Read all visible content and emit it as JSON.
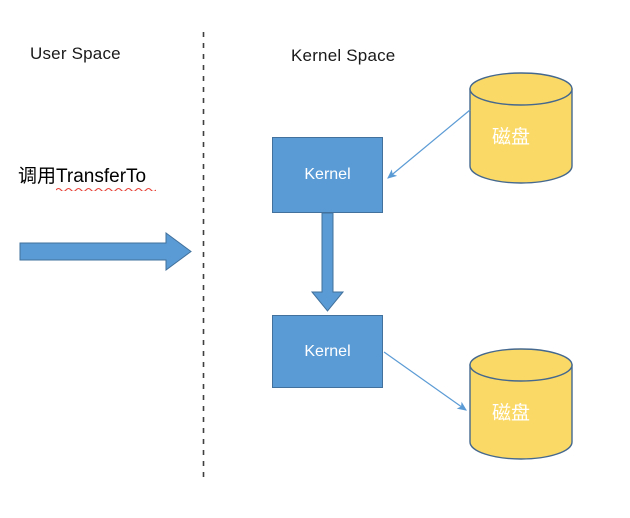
{
  "diagram": {
    "title_user_space": "User Space",
    "title_kernel_space": "Kernel Space",
    "call_label_cjk": "调用",
    "call_label_latin": "TransferTo",
    "kernel_box_top_label": "Kernel",
    "kernel_box_bottom_label": "Kernel",
    "disk_top_label": "磁盘",
    "disk_bottom_label": "磁盘"
  },
  "colors": {
    "box_fill": "#5B9BD5",
    "box_stroke": "#41719C",
    "disk_fill": "#FBD966",
    "disk_stroke": "#44688E",
    "arrow_fill": "#5B9BD5",
    "arrow_stroke": "#41719C",
    "connector_stroke": "#5B9BD5",
    "divider_stroke": "#3F3F3F",
    "text_dark": "#1A1A1A",
    "text_light": "#FFFFFF",
    "spellcheck_underline": "#E8443A"
  },
  "elements": {
    "divider": "vertical-dashed-divider",
    "user_arrow": "horizontal-block-arrow",
    "kernel_arrow": "vertical-block-arrow",
    "connector_top": "disk-to-kernel-arrow",
    "connector_bottom": "kernel-to-disk-arrow"
  }
}
